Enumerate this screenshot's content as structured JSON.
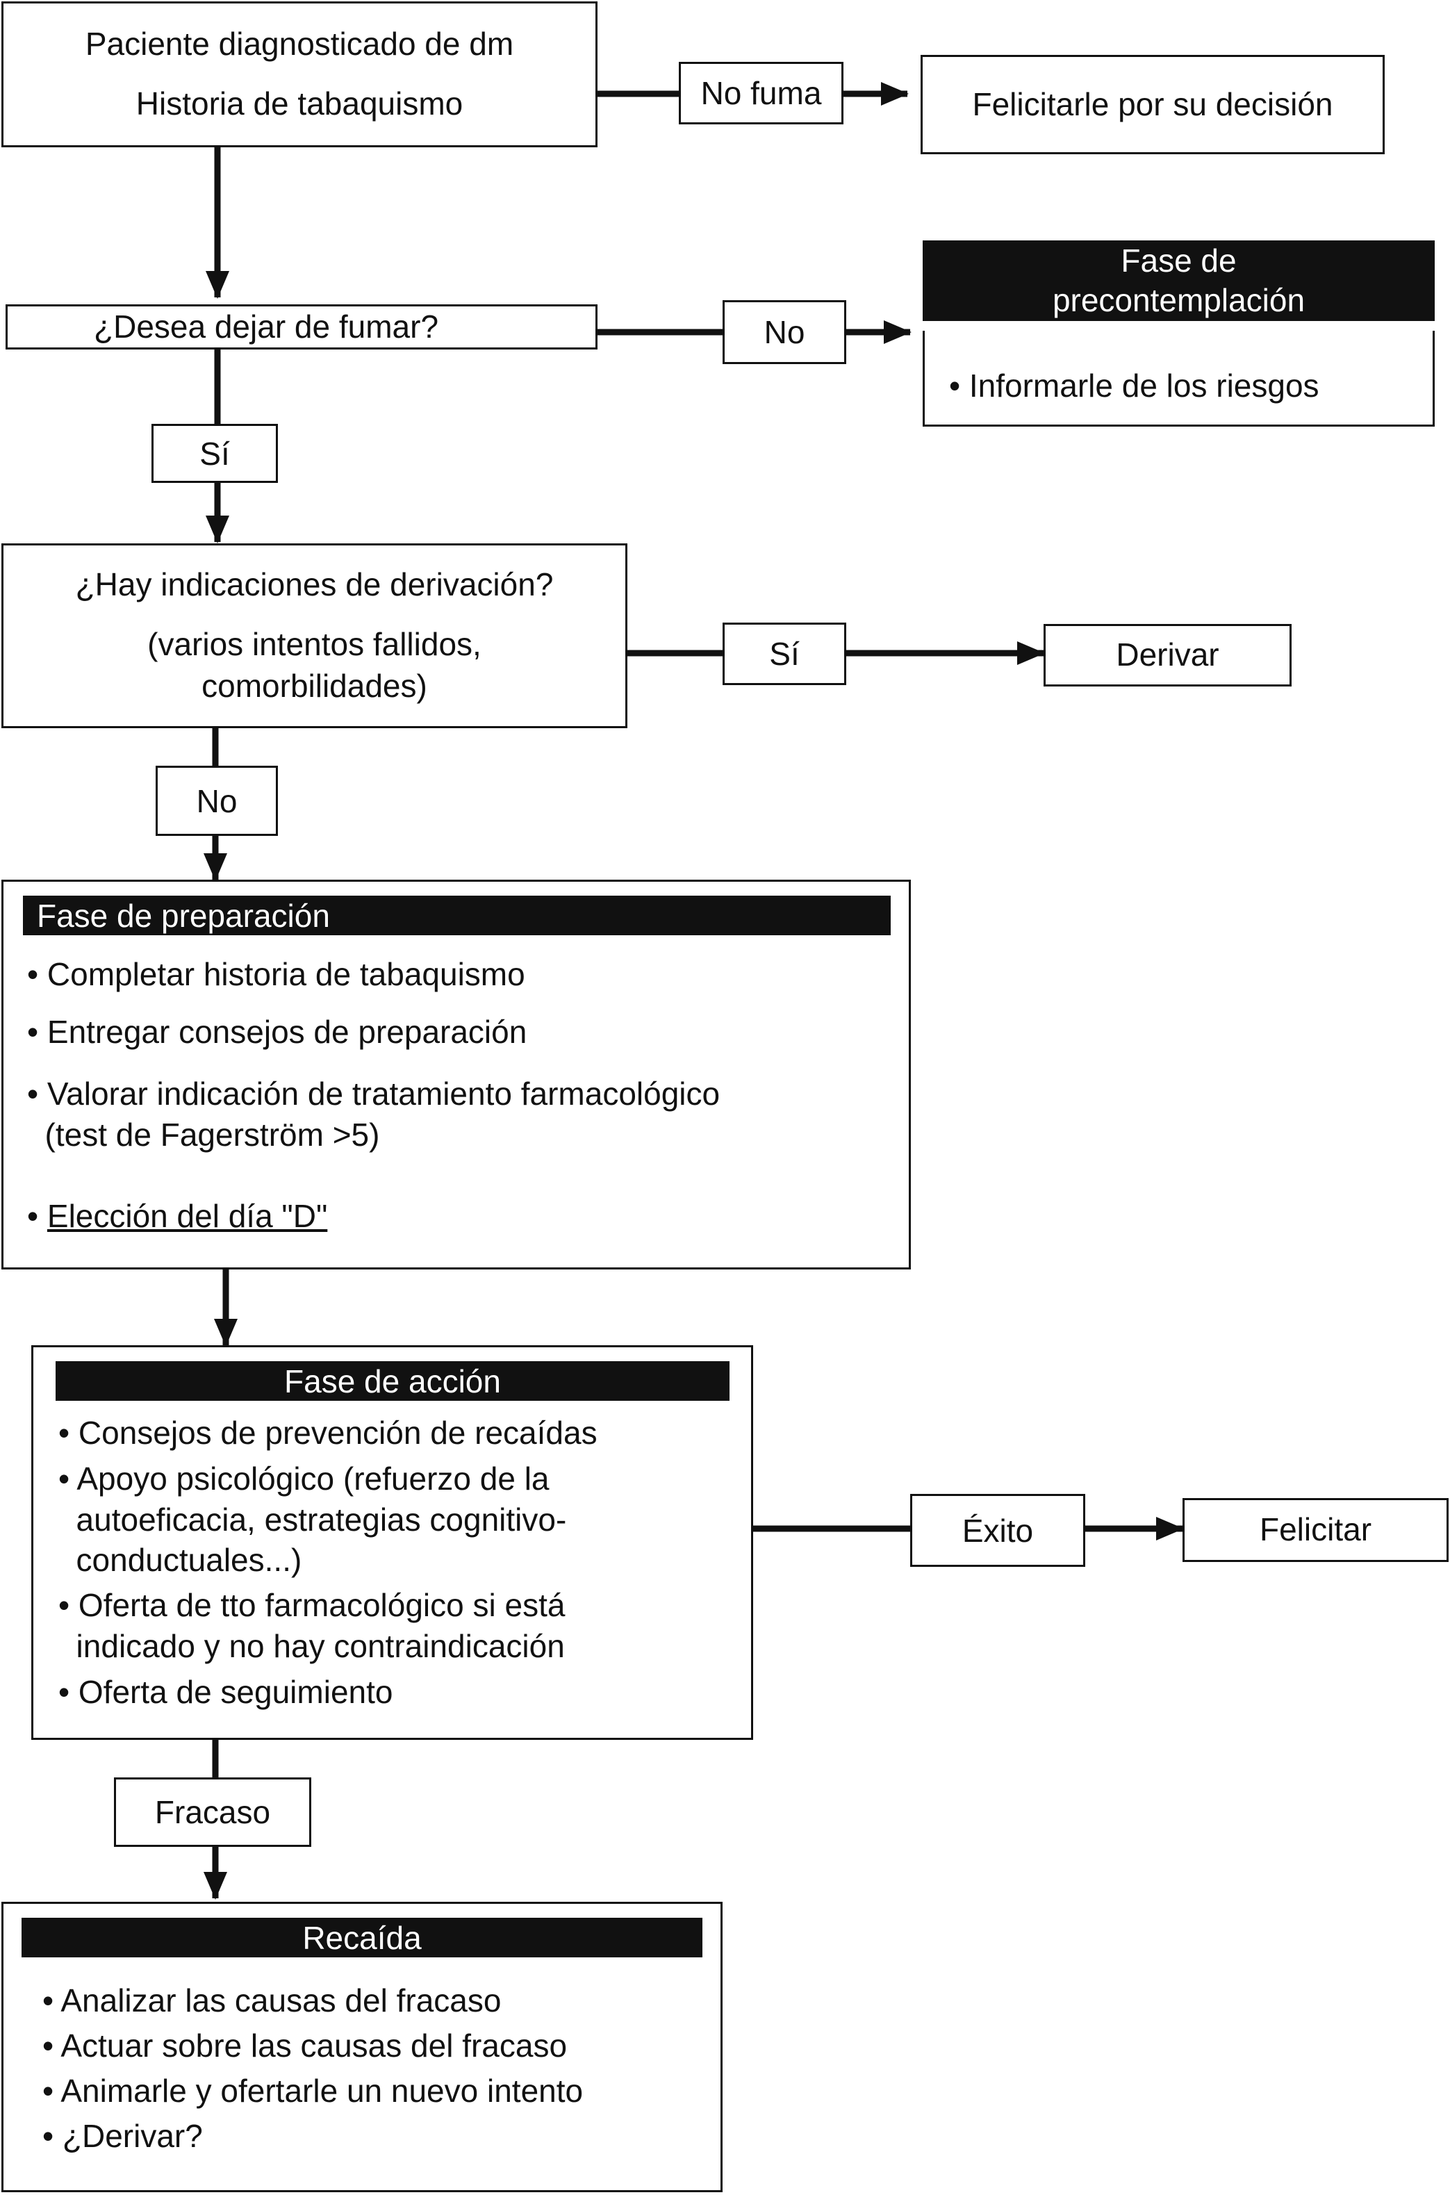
{
  "nodes": {
    "start": {
      "line1": "Paciente diagnosticado de dm",
      "line2": "Historia de tabaquismo"
    },
    "no_smoke_label": "No fuma",
    "congratulate_decision": "Felicitarle por su decisión",
    "quit_question": "¿Desea dejar de fumar?",
    "no_label_1": "No",
    "precontemplation": {
      "header_line1": "Fase de",
      "header_line2": "precontemplación",
      "item": "• Informarle de los riesgos"
    },
    "yes_label_1": "Sí",
    "referral_question": {
      "line1": "¿Hay indicaciones de derivación?",
      "line2": "(varios intentos fallidos,",
      "line3": "comorbilidades)"
    },
    "yes_label_2": "Sí",
    "refer": "Derivar",
    "no_label_2": "No",
    "preparation": {
      "header": "Fase de preparación",
      "item1": "• Completar historia de tabaquismo",
      "item2": "• Entregar consejos de preparación",
      "item3_line1": "• Valorar indicación de tratamiento farmacológico",
      "item3_line2": "  (test de Fagerström >5)",
      "item4_bullet": "• ",
      "item4_text": "Elección del día \"D\""
    },
    "action": {
      "header": "Fase de acción",
      "item1": "• Consejos de prevención de recaídas",
      "item2_line1": "• Apoyo psicológico (refuerzo de la",
      "item2_line2": "  autoeficacia, estrategias cognitivo-",
      "item2_line3": "  conductuales...)",
      "item3_line1": "• Oferta de tto farmacológico si está",
      "item3_line2": "  indicado y no hay contraindicación",
      "item4": "• Oferta de seguimiento"
    },
    "success_label": "Éxito",
    "congratulate": "Felicitar",
    "failure_label": "Fracaso",
    "relapse": {
      "header": "Recaída",
      "item1": "• Analizar las causas del fracaso",
      "item2": "• Actuar sobre las causas del fracaso",
      "item3": "• Animarle y ofertarle un nuevo intento",
      "item4": "• ¿Derivar?"
    }
  },
  "colors": {
    "line": "#111111",
    "header_bg": "#111111",
    "header_text": "#ffffff"
  }
}
